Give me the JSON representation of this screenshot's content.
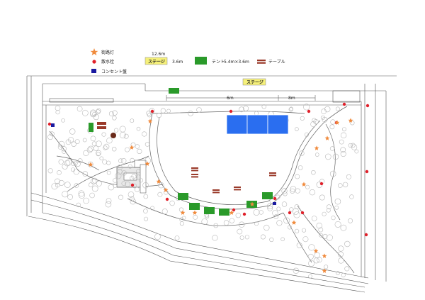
{
  "legend": {
    "lamp_label": "街路灯",
    "hydrant_label": "散水栓",
    "outlet_label": "コンセント盤",
    "stage_label": "ステージ",
    "stage_width": "12.6m",
    "stage_depth": "3.6m",
    "tent_label": "テント",
    "tent_size": "5.4m×3.6m",
    "table_label": "テーブル"
  },
  "map": {
    "stage_label": "ステージ",
    "dim_a": "6m",
    "dim_b": "8m"
  },
  "colors": {
    "lamp": "#f08a3c",
    "hydrant": "#e0202a",
    "outlet": "#1a1aa0",
    "stage": "#f5f07a",
    "tent": "#2a9a2a",
    "table": "#9a3a2a",
    "blue_area": "#2a6ef0",
    "tree": "#b8b8b8"
  }
}
